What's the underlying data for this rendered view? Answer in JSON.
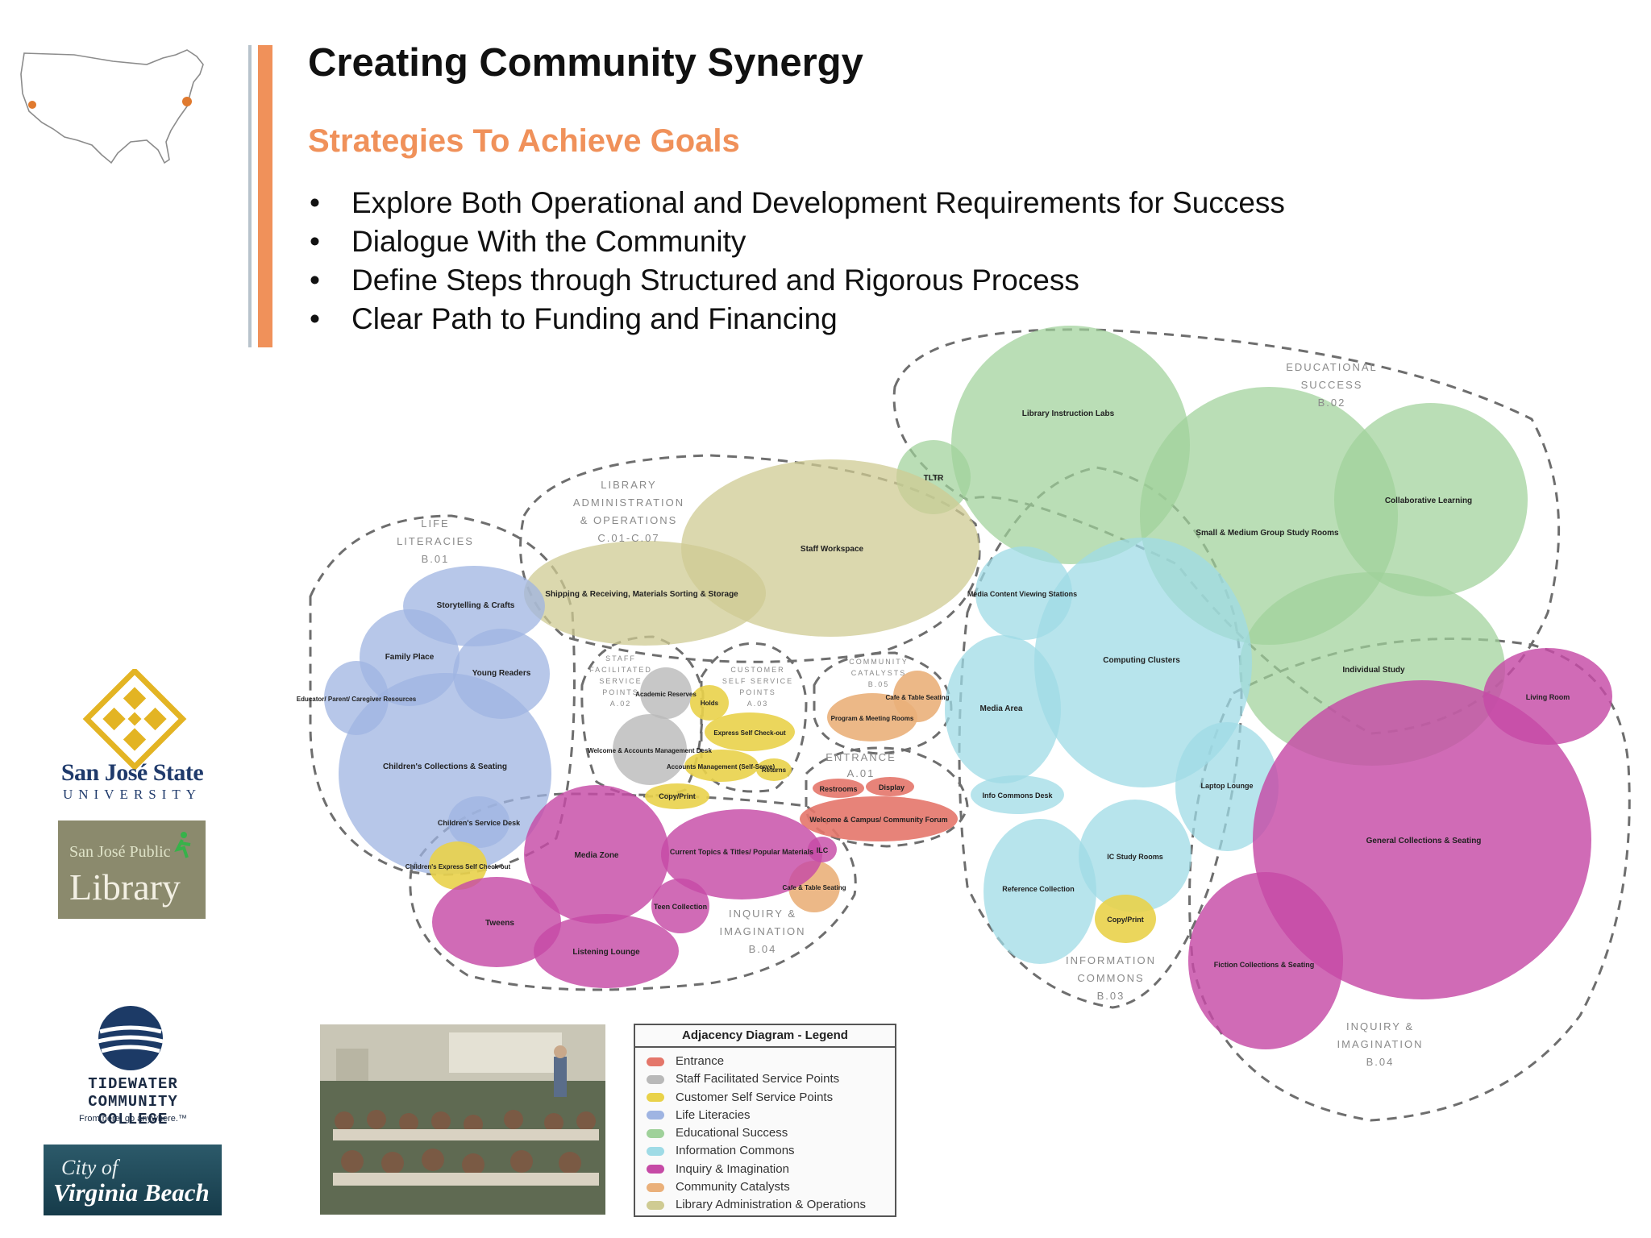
{
  "header": {
    "title": "Creating Community Synergy",
    "subtitle": "Strategies To Achieve Goals",
    "bullets": [
      "Explore Both Operational and Development Requirements for Success",
      "Dialogue With the Community",
      "Define Steps through Structured and Rigorous Process",
      "Clear Path to Funding and Financing"
    ]
  },
  "colors": {
    "accent_orange": "#f0915a",
    "entrance": "#e4766a",
    "staff_facilitated": "#b9b9b9",
    "customer_self_service": "#e9d24a",
    "life_literacies": "#9fb4e2",
    "educational_success": "#9fd19a",
    "information_commons": "#9fdbe6",
    "inquiry_imagination": "#c64aa6",
    "community_catalysts": "#eab07a",
    "library_admin": "#cfcb93"
  },
  "logos": {
    "sjsu": {
      "name": "San José State",
      "sub": "UNIVERSITY"
    },
    "sjpl": {
      "top": "San José Public",
      "main": "Library"
    },
    "tcc": {
      "line1": "TIDEWATER",
      "line2": "COMMUNITY COLLEGE",
      "tagline": "From here, go anywhere.™"
    },
    "vb": {
      "city": "City of",
      "name": "Virginia Beach"
    }
  },
  "diagram": {
    "zones": {
      "educational_success": [
        "EDUCATIONAL",
        "SUCCESS",
        "B.02"
      ],
      "library_admin": [
        "LIBRARY",
        "ADMINISTRATION",
        "& OPERATIONS",
        "C.01-C.07"
      ],
      "life_literacies": [
        "LIFE",
        "LITERACIES",
        "B.01"
      ],
      "staff_facilitated": [
        "STAFF",
        "FACILITATED",
        "SERVICE",
        "POINTS",
        "A.02"
      ],
      "customer_self": [
        "CUSTOMER",
        "SELF SERVICE",
        "POINTS",
        "A.03"
      ],
      "community_catalysts": [
        "COMMUNITY",
        "CATALYSTS",
        "B.05"
      ],
      "entrance": [
        "ENTRANCE",
        "A.01"
      ],
      "inquiry_left": [
        "INQUIRY &",
        "IMAGINATION",
        "B.04"
      ],
      "information_commons": [
        "INFORMATION",
        "COMMONS",
        "B.03"
      ],
      "inquiry_right": [
        "INQUIRY &",
        "IMAGINATION",
        "B.04"
      ]
    },
    "nodes": {
      "library_instruction_labs": "Library Instruction Labs",
      "tltr": "TLTR",
      "small_medium_group": "Small & Medium Group Study Rooms",
      "collaborative_learning": "Collaborative Learning",
      "individual_study": "Individual Study",
      "staff_workspace": "Staff Workspace",
      "shipping_receiving": "Shipping & Receiving, Materials Sorting & Storage",
      "storytelling": "Storytelling & Crafts",
      "family_place": "Family Place",
      "young_readers": "Young Readers",
      "educator_parent": "Educator/ Parent/ Caregiver Resources",
      "childrens_collections": "Children's Collections & Seating",
      "childrens_service_desk": "Children's Service Desk",
      "childrens_express": "Children's Express Self Check-out",
      "academic_reserves": "Academic Reserves",
      "welcome_accounts": "Welcome & Accounts Management Desk",
      "holds": "Holds",
      "express_checkout": "Express Self Check-out",
      "accounts_self_serve": "Accounts Management (Self-Serve)",
      "returns": "Returns",
      "copy_print_left": "Copy/Print",
      "cafe_top": "Cafe & Table Seating",
      "program_meeting": "Program & Meeting Rooms",
      "restrooms": "Restrooms",
      "display": "Display",
      "welcome_campus": "Welcome & Campus/ Community Forum",
      "media_content": "Media Content Viewing Stations",
      "computing_clusters": "Computing Clusters",
      "media_area": "Media Area",
      "info_commons_desk": "Info Commons Desk",
      "laptop_lounge": "Laptop Lounge",
      "ic_study_rooms": "IC Study Rooms",
      "reference_collection": "Reference Collection",
      "copy_print_right": "Copy/Print",
      "living_room": "Living Room",
      "general_collections": "General Collections & Seating",
      "fiction_collections": "Fiction Collections & Seating",
      "media_zone": "Media Zone",
      "current_topics": "Current Topics & Titles/ Popular Materials",
      "ilc": "ILC",
      "cafe_bottom": "Cafe & Table Seating",
      "teen_collection": "Teen Collection",
      "tweens": "Tweens",
      "listening_lounge": "Listening Lounge"
    }
  },
  "legend": {
    "title": "Adjacency Diagram  -  Legend",
    "items": [
      {
        "label": "Entrance",
        "color": "#e4766a"
      },
      {
        "label": "Staff Facilitated Service Points",
        "color": "#b9b9b9"
      },
      {
        "label": "Customer Self Service Points",
        "color": "#e9d24a"
      },
      {
        "label": "Life Literacies",
        "color": "#9fb4e2"
      },
      {
        "label": "Educational Success",
        "color": "#9fd19a"
      },
      {
        "label": "Information Commons",
        "color": "#9fdbe6"
      },
      {
        "label": "Inquiry & Imagination",
        "color": "#c64aa6"
      },
      {
        "label": "Community Catalysts",
        "color": "#eab07a"
      },
      {
        "label": "Library Administration & Operations",
        "color": "#cfcb93"
      }
    ]
  }
}
